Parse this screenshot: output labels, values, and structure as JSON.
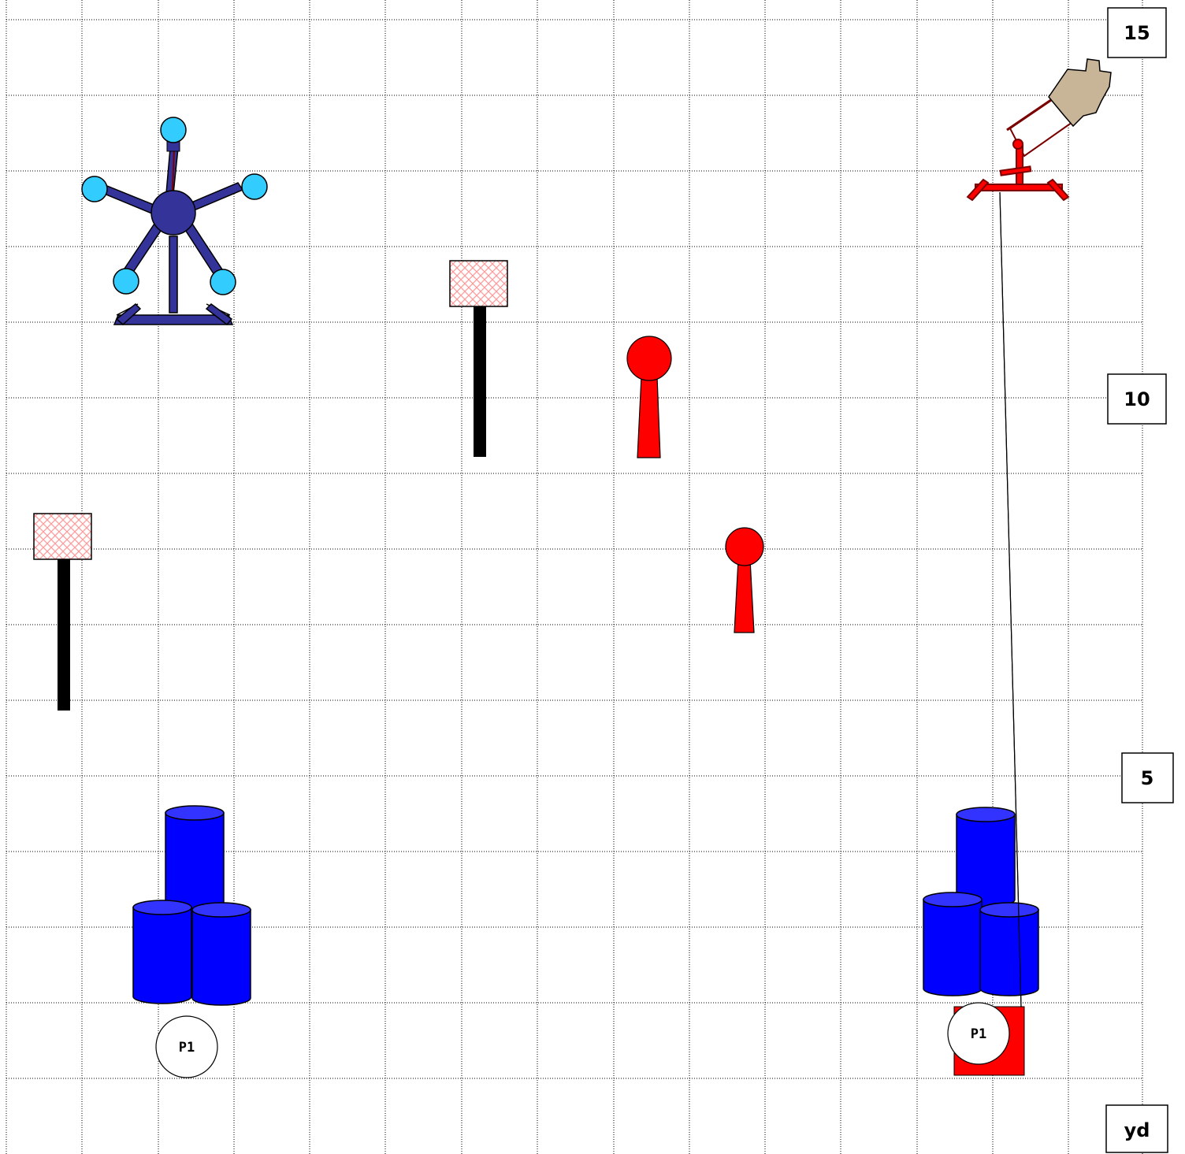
{
  "scale_labels": {
    "top": "15",
    "upper": "10",
    "lower": "5",
    "unit": "yd"
  },
  "positions": {
    "left": "P1",
    "right": "P1"
  },
  "colors": {
    "grid": "#000000",
    "barrel": "#0000ff",
    "barrel_top": "#3333ff",
    "popper": "#ff0000",
    "shooting_box": "#ff0000",
    "plate_rack": "#333399",
    "plate": "#33ccff",
    "swinger": "#cc0000",
    "target_tan": "#c8b496",
    "no_shoot_pattern": "#ff9999"
  },
  "icons": [
    "plate-rack-icon",
    "no-shoot-sign-icon",
    "popper-icon",
    "swinger-target-icon",
    "barrel-stack-icon",
    "shooting-box-icon"
  ]
}
